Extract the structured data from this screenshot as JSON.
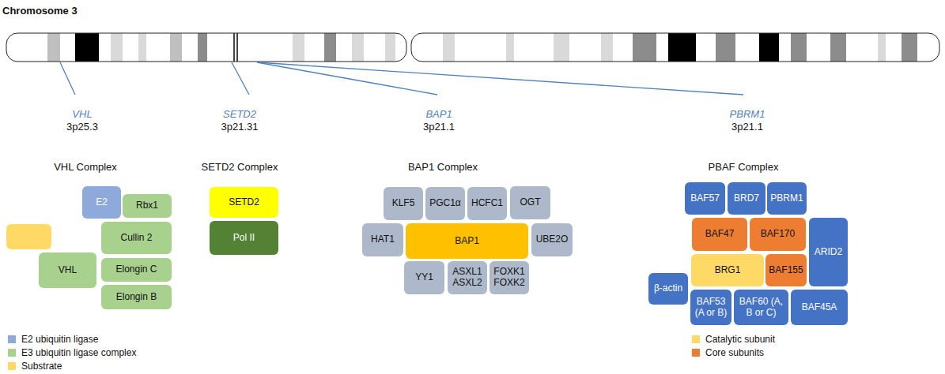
{
  "diagram": {
    "title": "Chromosome 3",
    "nodes": [
      {
        "text": [
          "E2"
        ]
      },
      {
        "text": [
          "Rbx1"
        ]
      },
      {
        "text": [
          "Cullin 2"
        ]
      },
      {
        "text": [
          "VHL"
        ]
      },
      {
        "text": [
          "Elongin C"
        ]
      },
      {
        "text": [
          "Elongin B"
        ]
      },
      {
        "text": [
          "SETD2"
        ]
      },
      {
        "text": [
          "Pol II"
        ]
      },
      {
        "text": [
          "KLF5"
        ]
      },
      {
        "text": [
          "PGC1α"
        ]
      },
      {
        "text": [
          "HCFC1"
        ]
      },
      {
        "text": [
          "OGT"
        ]
      },
      {
        "text": [
          "HAT1"
        ]
      },
      {
        "text": [
          "BAP1"
        ]
      },
      {
        "text": [
          "UBE2O"
        ]
      },
      {
        "text": [
          "YY1"
        ]
      },
      {
        "text": [
          "ASXL1 ASXL2"
        ]
      },
      {
        "text": [
          "FOXK1 FOXK2"
        ]
      },
      {
        "text": [
          "BAF57"
        ]
      },
      {
        "text": [
          "BRD7"
        ]
      },
      {
        "text": [
          "PBRM1"
        ]
      },
      {
        "text": [
          "BAF47"
        ]
      },
      {
        "text": [
          "BAF170"
        ]
      },
      {
        "text": [
          "ARID2"
        ]
      },
      {
        "text": [
          "BRG1"
        ]
      },
      {
        "text": [
          "BAF155"
        ]
      },
      {
        "text": [
          "β-actin"
        ]
      },
      {
        "text": [
          "BAF53 (A or B)"
        ]
      },
      {
        "text": [
          "BAF60 (A, B or C)"
        ]
      },
      {
        "text": [
          "BAF45A"
        ]
      }
    ],
    "labels": [
      "VHL",
      "3p25.3",
      "SETD2",
      "3p21.31",
      "BAP1",
      "3p21.1",
      "PBRM1",
      "3p21.1",
      "VHL Complex",
      "SETD2 Complex",
      "BAP1 Complex",
      "PBAF Complex"
    ],
    "legend": [
      {
        "text": "E2 ubiquitin ligase",
        "color": "#8eaadb"
      },
      {
        "text": "E3 ubiquitin ligase complex",
        "color": "#a9d18e"
      },
      {
        "text": "Substrate",
        "color": "#ffd966"
      },
      {
        "text": "Catalytic subunit",
        "color": "#ffd966"
      },
      {
        "text": "Core subunits",
        "color": "#ed7d31"
      }
    ]
  }
}
